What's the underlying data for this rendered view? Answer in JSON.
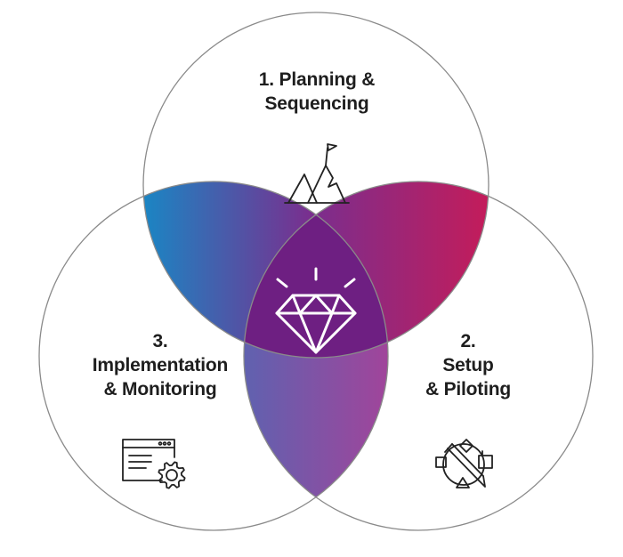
{
  "diagram": {
    "circles": [
      {
        "number_title": "1. Planning &",
        "line2": "Sequencing",
        "icon": "mountain-flag-icon"
      },
      {
        "number": "2.",
        "line2": "Setup",
        "line3": "& Piloting",
        "icon": "tools-shapes-icon"
      },
      {
        "number": "3.",
        "line2": "Implementation",
        "line3": "& Monitoring",
        "icon": "browser-gear-icon"
      }
    ],
    "center_icon": "diamond-icon",
    "colors": {
      "stroke": "#8a8a8a",
      "blue": "#1a86c4",
      "purple": "#7a2e8e",
      "magenta": "#c41c5a",
      "center": "#6e1f82",
      "icon_line": "#222222",
      "label": "#1e1e1e"
    }
  }
}
